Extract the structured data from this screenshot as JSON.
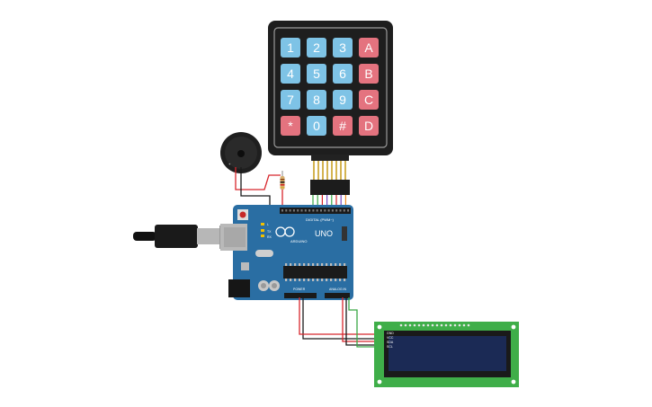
{
  "keypad": {
    "rows": [
      [
        {
          "label": "1",
          "kind": "num"
        },
        {
          "label": "2",
          "kind": "num"
        },
        {
          "label": "3",
          "kind": "num"
        },
        {
          "label": "A",
          "kind": "letter"
        }
      ],
      [
        {
          "label": "4",
          "kind": "num"
        },
        {
          "label": "5",
          "kind": "num"
        },
        {
          "label": "6",
          "kind": "num"
        },
        {
          "label": "B",
          "kind": "letter"
        }
      ],
      [
        {
          "label": "7",
          "kind": "num"
        },
        {
          "label": "8",
          "kind": "num"
        },
        {
          "label": "9",
          "kind": "num"
        },
        {
          "label": "C",
          "kind": "letter"
        }
      ],
      [
        {
          "label": "*",
          "kind": "letter"
        },
        {
          "label": "0",
          "kind": "num"
        },
        {
          "label": "#",
          "kind": "letter"
        },
        {
          "label": "D",
          "kind": "letter"
        }
      ]
    ]
  },
  "arduino": {
    "model": "UNO",
    "brand": "ARDUINO",
    "digital_label": "DIGITAL (PWM~)",
    "power_label": "POWER",
    "analog_label": "ANALOG IN",
    "tx_label": "TX",
    "rx_label": "RX",
    "l_label": "L"
  },
  "lcd": {
    "pin_labels": [
      "GND",
      "VCC",
      "SDA",
      "SCL"
    ]
  },
  "colors": {
    "keypad_body": "#1e1e1e",
    "key_num": "#7ec3e6",
    "key_letter": "#e4737f",
    "board": "#2a6ea3",
    "lcd_pcb": "#3fae49",
    "lcd_screen": "#1b2a55",
    "wire_red": "#d8262c",
    "wire_black": "#1a1a1a",
    "wire_green": "#3aa845"
  }
}
